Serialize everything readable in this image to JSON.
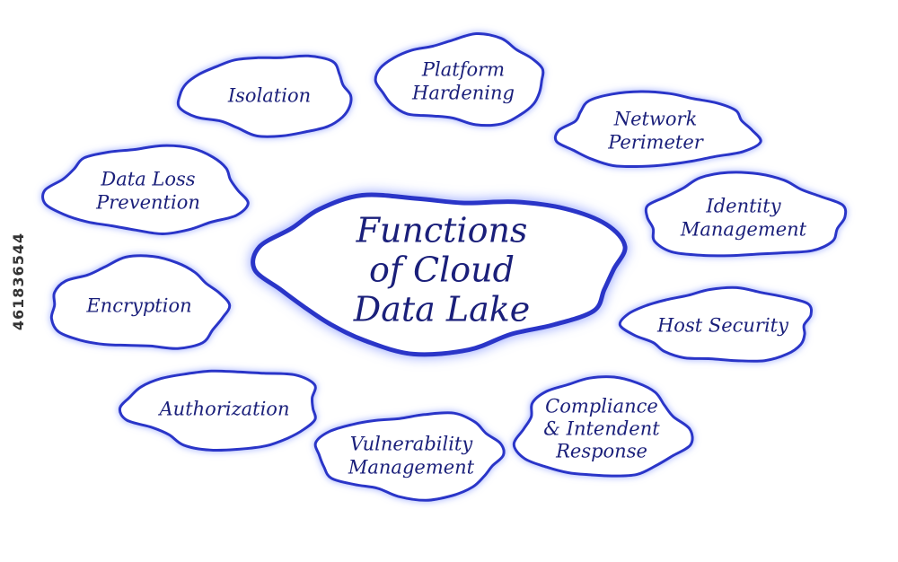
{
  "diagram": {
    "center": {
      "lines": [
        "Functions",
        "of Cloud",
        "Data Lake"
      ]
    },
    "nodes": [
      {
        "id": "isolation",
        "lines": [
          "Isolation"
        ]
      },
      {
        "id": "platform-hardening",
        "lines": [
          "Platform",
          "Hardening"
        ]
      },
      {
        "id": "network-perimeter",
        "lines": [
          "Network",
          "Perimeter"
        ]
      },
      {
        "id": "identity-management",
        "lines": [
          "Identity",
          "Management"
        ]
      },
      {
        "id": "host-security",
        "lines": [
          "Host Security"
        ]
      },
      {
        "id": "compliance-intendent-response",
        "lines": [
          "Compliance",
          "& Intendent",
          "Response"
        ]
      },
      {
        "id": "vulnerability-management",
        "lines": [
          "Vulnerability",
          "Management"
        ]
      },
      {
        "id": "authorization",
        "lines": [
          "Authorization"
        ]
      },
      {
        "id": "encryption",
        "lines": [
          "Encryption"
        ]
      },
      {
        "id": "data-loss-prevention",
        "lines": [
          "Data Loss",
          "Prevention"
        ]
      }
    ]
  },
  "colors": {
    "outline": "#2a35c8",
    "text": "#1a1f7a",
    "background": "#ffffff"
  },
  "stock_id": "461836544"
}
